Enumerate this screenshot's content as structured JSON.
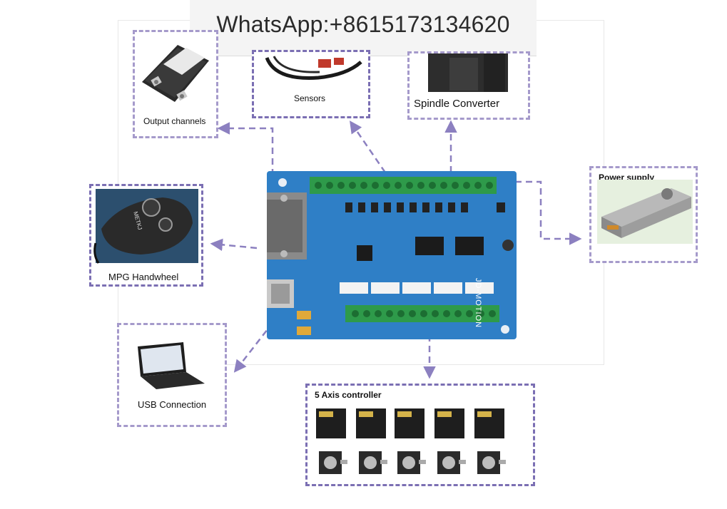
{
  "banner": {
    "text": "WhatsApp:+8615173134620"
  },
  "board": {
    "brand_text": "JD-MOTION"
  },
  "modules": {
    "output_channels": {
      "label": "Output channels"
    },
    "sensors": {
      "label": "Sensors"
    },
    "spindle_converter": {
      "label": "Spindle Converter"
    },
    "power_supply": {
      "label": "Power  supply"
    },
    "mpg_handwheel": {
      "label": "MPG Handwheel",
      "knob_text": "METKJ"
    },
    "usb_connection": {
      "label": "USB Connection"
    },
    "axis_controller": {
      "label": "5 Axis controller"
    }
  },
  "colors": {
    "frame": "#7b6fb3",
    "arrow": "#8c80c0",
    "board": "#2f7fc6",
    "terminal": "#2e9a4a"
  }
}
